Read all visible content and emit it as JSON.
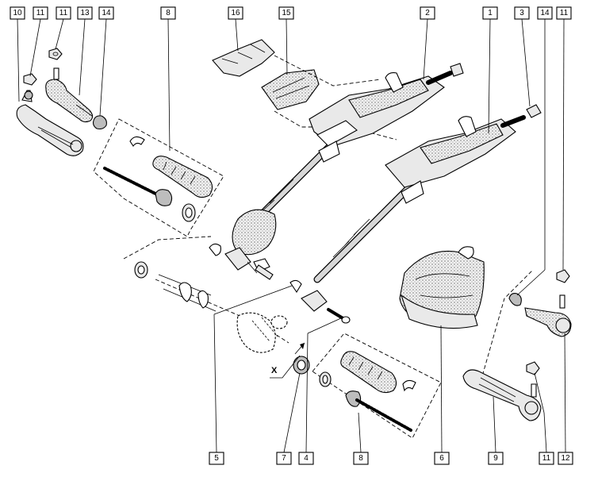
{
  "callouts": {
    "c10": "10",
    "c11a": "11",
    "c11b": "11",
    "c13": "13",
    "c14a": "14",
    "c8a": "8",
    "c16": "16",
    "c15": "15",
    "c2": "2",
    "c1": "1",
    "c3": "3",
    "c14b": "14",
    "c11c": "11",
    "c5": "5",
    "c7": "7",
    "c4": "4",
    "c8b": "8",
    "c6": "6",
    "c9": "9",
    "c11d": "11",
    "c12": "12"
  },
  "view_marker": "X"
}
